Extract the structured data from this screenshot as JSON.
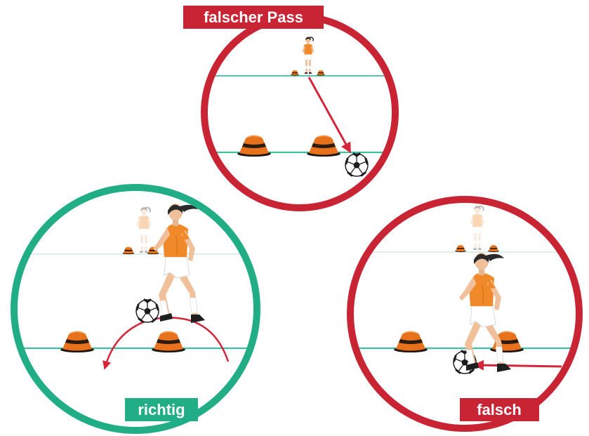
{
  "colors": {
    "red": "#c92434",
    "green": "#21ad86",
    "cone_orange": "#e8711c",
    "cone_dark": "#2a1c12",
    "line_green": "#3fbfa0",
    "shirt_orange": "#f0892a",
    "skin": "#f0c09a",
    "hair": "#2b2b2b"
  },
  "scenes": {
    "top": {
      "label": "falscher Pass",
      "outcome": "wrong",
      "icons": [
        "player-icon",
        "cone-icon",
        "ball-icon",
        "arrow-icon"
      ]
    },
    "left": {
      "label": "richtig",
      "outcome": "correct",
      "icons": [
        "player-icon",
        "cone-icon",
        "ball-icon",
        "curved-arrow-icon"
      ]
    },
    "right": {
      "label": "falsch",
      "outcome": "wrong",
      "icons": [
        "player-icon",
        "cone-icon",
        "ball-icon",
        "arrow-icon"
      ]
    }
  }
}
